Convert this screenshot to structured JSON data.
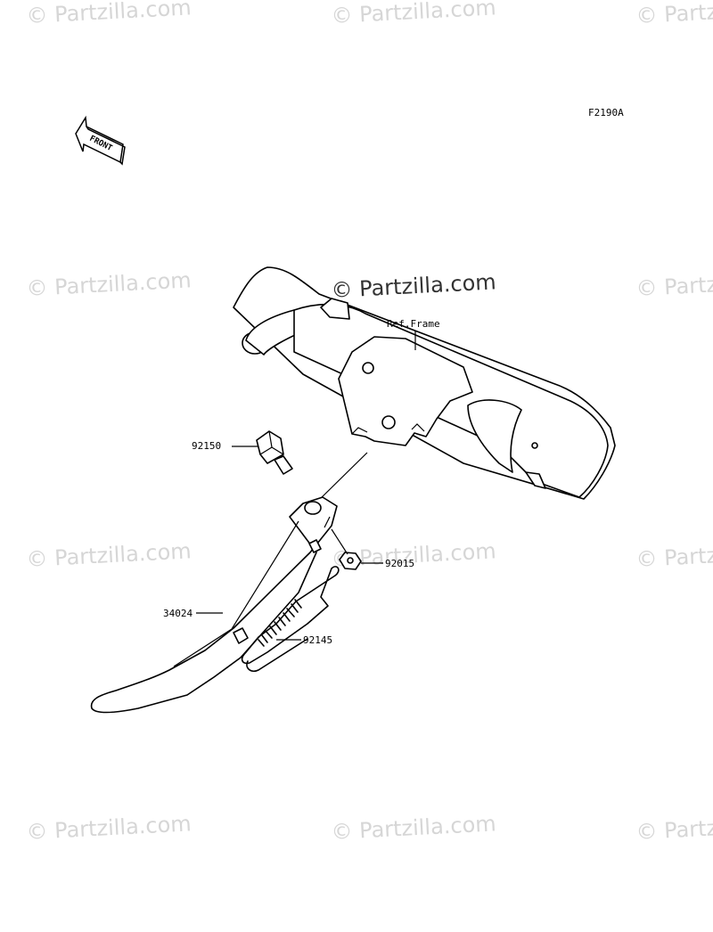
{
  "figure_code": "F2190A",
  "front_arrow_label": "FRONT",
  "watermark": "© Partzilla.com",
  "reference_label": "Ref.Frame",
  "parts": [
    {
      "number": "92150",
      "name": "bolt"
    },
    {
      "number": "92015",
      "name": "nut"
    },
    {
      "number": "34024",
      "name": "side-stand"
    },
    {
      "number": "92145",
      "name": "spring"
    }
  ]
}
